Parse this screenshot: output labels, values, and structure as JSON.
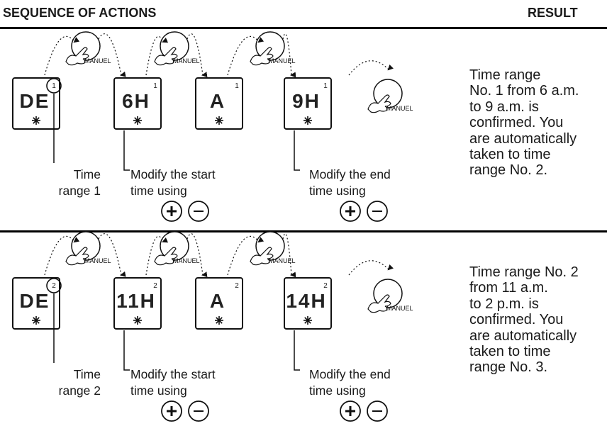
{
  "header": {
    "left": "SEQUENCE OF ACTIONS",
    "right": "RESULT"
  },
  "button_label": "MANUEL",
  "rows": [
    {
      "displays": [
        "DE",
        "6H",
        "A",
        "9H"
      ],
      "range_digit": "1",
      "range_label_line1": "Time",
      "range_label_line2": "range 1",
      "start_line1": "Modify the start",
      "start_line2": "time using",
      "end_line1": "Modify the end",
      "end_line2": "time using",
      "result": "Time range\nNo. 1 from 6 a.m.\nto 9 a.m. is\nconfirmed. You\nare automatically\ntaken to time\nrange No. 2."
    },
    {
      "displays": [
        "DE",
        "11H",
        "A",
        "14H"
      ],
      "range_digit": "2",
      "range_label_line1": "Time",
      "range_label_line2": "range 2",
      "start_line1": "Modify the start",
      "start_line2": "time using",
      "end_line1": "Modify the end",
      "end_line2": "time using",
      "result": "Time range No. 2\nfrom 11 a.m.\nto 2 p.m. is\nconfirmed. You\nare automatically\ntaken to time\nrange No. 3."
    }
  ]
}
